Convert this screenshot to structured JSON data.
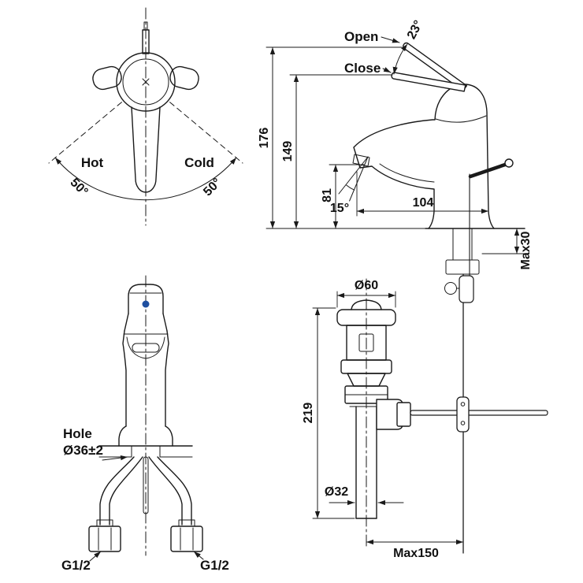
{
  "drawing": {
    "background": "#ffffff",
    "line_color": "#1a1a1a",
    "accent_blue": "#1f4fa0"
  },
  "top_view": {
    "hot": "Hot",
    "cold": "Cold",
    "hot_angle": "50°",
    "cold_angle": "50°"
  },
  "side_view": {
    "open": "Open",
    "close": "Close",
    "handle_angle": "23°",
    "dim_total_height": "176",
    "dim_spout_height": "149",
    "dim_outlet_height": "81",
    "dim_reach": "104",
    "spout_angle": "15°",
    "dim_deck_max": "Max30"
  },
  "front_view": {
    "hole_label": "Hole",
    "hole_diameter": "Ø36±2",
    "thread_left": "G1/2",
    "thread_right": "G1/2"
  },
  "drain_view": {
    "dim_flange": "Ø60",
    "dim_height": "219",
    "dim_pipe": "Ø32",
    "dim_rod_max": "Max150"
  }
}
